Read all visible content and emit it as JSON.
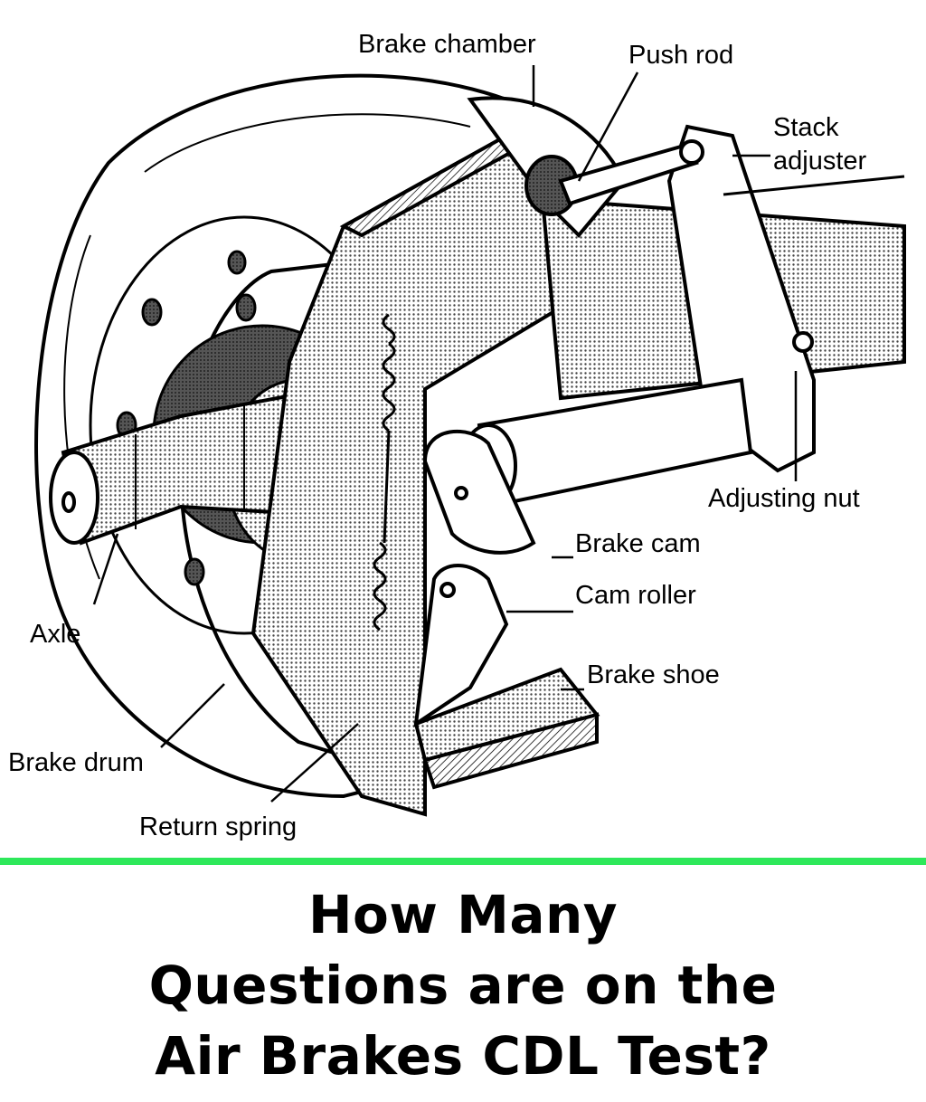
{
  "labels": {
    "brake_chamber": "Brake chamber",
    "push_rod": "Push rod",
    "stack_adjuster_1": "Stack",
    "stack_adjuster_2": "adjuster",
    "adjusting_nut": "Adjusting nut",
    "brake_cam": "Brake cam",
    "cam_roller": "Cam roller",
    "brake_shoe": "Brake shoe",
    "axle": "Axle",
    "brake_drum": "Brake drum",
    "return_spring": "Return spring"
  },
  "headline": {
    "line1": "How Many",
    "line2": "Questions are on the",
    "line3": "Air Brakes CDL Test?"
  },
  "colors": {
    "divider": "#2ee85a",
    "ink": "#000000"
  }
}
